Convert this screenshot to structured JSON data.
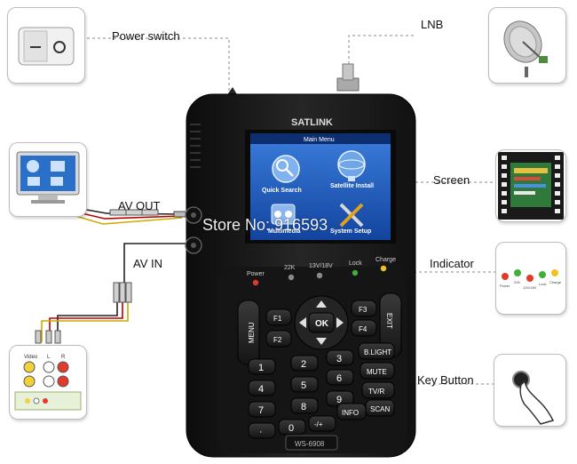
{
  "labels": {
    "power_switch": "Power switch",
    "lnb": "LNB",
    "screen": "Screen",
    "indicator": "Indicator",
    "key_button": "Key Button",
    "av_out": "AV OUT",
    "av_in": "AV IN"
  },
  "device": {
    "brand": "SATLINK",
    "model": "WS-6908",
    "menu_title": "Main Menu",
    "menu_items": [
      "Quick Search",
      "Satellite Install",
      "Multimedia",
      "System Setup"
    ],
    "indicator_labels": [
      "Power",
      "22K",
      "13V/18V",
      "Lock",
      "Charge"
    ],
    "keys": {
      "f1": "F1",
      "f2": "F2",
      "f3": "F3",
      "f4": "F4",
      "menu": "MENU",
      "exit": "EXIT",
      "ok": "OK",
      "blight": "B.LIGHT",
      "mute": "MUTE",
      "tvr": "TV/R",
      "info": "INFO",
      "scan": "SCAN",
      "dash": "-/+",
      "dot": "·",
      "digits": [
        "1",
        "2",
        "3",
        "4",
        "5",
        "6",
        "7",
        "8",
        "9",
        "0"
      ]
    }
  },
  "thumbnails": {
    "av_in_labels": [
      "Video",
      "L",
      "R"
    ],
    "indicator_mini_labels": [
      "Power",
      "22K",
      "13V/18V",
      "Lock",
      "Charge"
    ]
  },
  "watermark": "Store No: 916593",
  "colors": {
    "device_body": "#1c1c1c",
    "screen_bg": "#1b58b8",
    "leader_line": "#8a8a8a",
    "power_led": "#e03a2a",
    "lock_led": "#3fae3a",
    "charge_led": "#f2c21a"
  }
}
